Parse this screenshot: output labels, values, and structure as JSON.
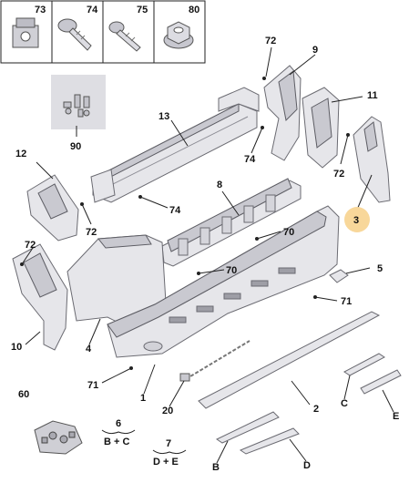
{
  "fastener_boxes": [
    {
      "number": "73",
      "icon": "clip-fastener-icon"
    },
    {
      "number": "74",
      "icon": "flange-screw-icon"
    },
    {
      "number": "75",
      "icon": "screw-icon"
    },
    {
      "number": "80",
      "icon": "flange-nut-icon"
    }
  ],
  "callouts": {
    "c72a": "72",
    "c9": "9",
    "c11": "11",
    "c13": "13",
    "c90": "90",
    "c74a": "74",
    "c72b": "72",
    "c3": "3",
    "c12": "12",
    "c72c": "72",
    "c8": "8",
    "c74b": "74",
    "c70a": "70",
    "c72d": "72",
    "c70b": "70",
    "c5": "5",
    "c71a": "71",
    "c10": "10",
    "c4": "4",
    "c71b": "71",
    "c1": "1",
    "c20": "20",
    "c2": "2",
    "cC": "C",
    "cE": "E",
    "c60": "60",
    "cB": "B",
    "cD": "D"
  },
  "kits": [
    {
      "number": "6",
      "formula": "B + C"
    },
    {
      "number": "7",
      "formula": "D + E"
    }
  ],
  "colors": {
    "highlight": "#f8d79a",
    "part_fill": "#e6e6ea",
    "outline": "#6b6b72"
  }
}
